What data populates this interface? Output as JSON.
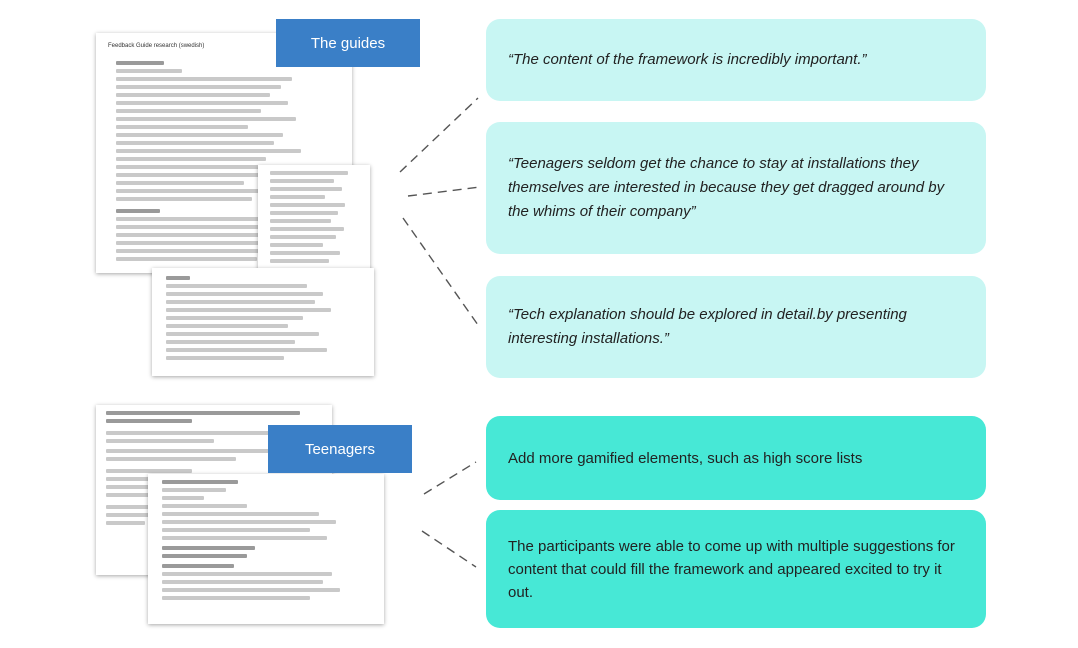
{
  "guides_doc": {
    "title": "Feedback Guide research (swedish)"
  },
  "labels": {
    "guides": "The guides",
    "teenagers": "Teenagers"
  },
  "quotes": [
    "“The content of the framework is incredibly important.”",
    "“Teenagers seldom get the chance to stay at installations they themselves are interested in because they get dragged around by the whims of their company”",
    "“Tech explanation should be explored in detail.by presenting interesting installations.”"
  ],
  "notes": [
    "Add more gamified elements, such as high score lists",
    "The participants were able to come up with multiple suggestions for content that could fill the framework and appeared excited to try it out."
  ],
  "colors": {
    "label_blue": "#3a7fc7",
    "quote_light_teal": "#c8f6f3",
    "note_teal": "#47e8d6",
    "connector": "#555555"
  }
}
